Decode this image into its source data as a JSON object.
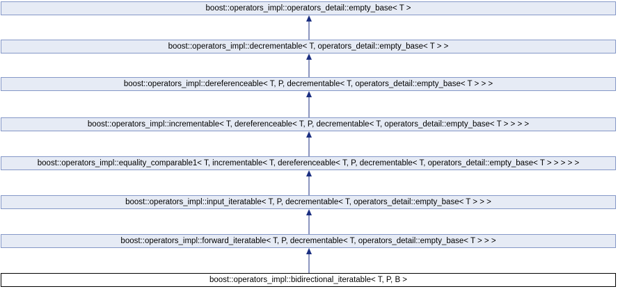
{
  "diagram": {
    "nodes": [
      {
        "id": "n0",
        "label": "boost::operators_impl::operators_detail::empty_base< T >",
        "current": false
      },
      {
        "id": "n1",
        "label": "boost::operators_impl::decrementable< T, operators_detail::empty_base< T > >",
        "current": false
      },
      {
        "id": "n2",
        "label": "boost::operators_impl::dereferenceable< T, P, decrementable< T, operators_detail::empty_base< T > > >",
        "current": false
      },
      {
        "id": "n3",
        "label": "boost::operators_impl::incrementable< T, dereferenceable< T, P, decrementable< T, operators_detail::empty_base< T > > > >",
        "current": false
      },
      {
        "id": "n4",
        "label": "boost::operators_impl::equality_comparable1< T, incrementable< T, dereferenceable< T, P, decrementable< T, operators_detail::empty_base< T > > > > >",
        "current": false
      },
      {
        "id": "n5",
        "label": "boost::operators_impl::input_iteratable< T, P, decrementable< T, operators_detail::empty_base< T > > >",
        "current": false
      },
      {
        "id": "n6",
        "label": "boost::operators_impl::forward_iteratable< T, P, decrementable< T, operators_detail::empty_base< T > > >",
        "current": false
      },
      {
        "id": "n7",
        "label": "boost::operators_impl::bidirectional_iteratable< T, P, B >",
        "current": true
      }
    ],
    "edges": [
      {
        "from": "n1",
        "to": "n0"
      },
      {
        "from": "n2",
        "to": "n1"
      },
      {
        "from": "n3",
        "to": "n2"
      },
      {
        "from": "n4",
        "to": "n3"
      },
      {
        "from": "n5",
        "to": "n4"
      },
      {
        "from": "n6",
        "to": "n5"
      },
      {
        "from": "n7",
        "to": "n6"
      }
    ],
    "colors": {
      "node_fill": "#e6ebf5",
      "node_border": "#8497c7",
      "current_fill": "#ffffff",
      "current_border": "#000000",
      "edge": "#1a2e80"
    }
  }
}
